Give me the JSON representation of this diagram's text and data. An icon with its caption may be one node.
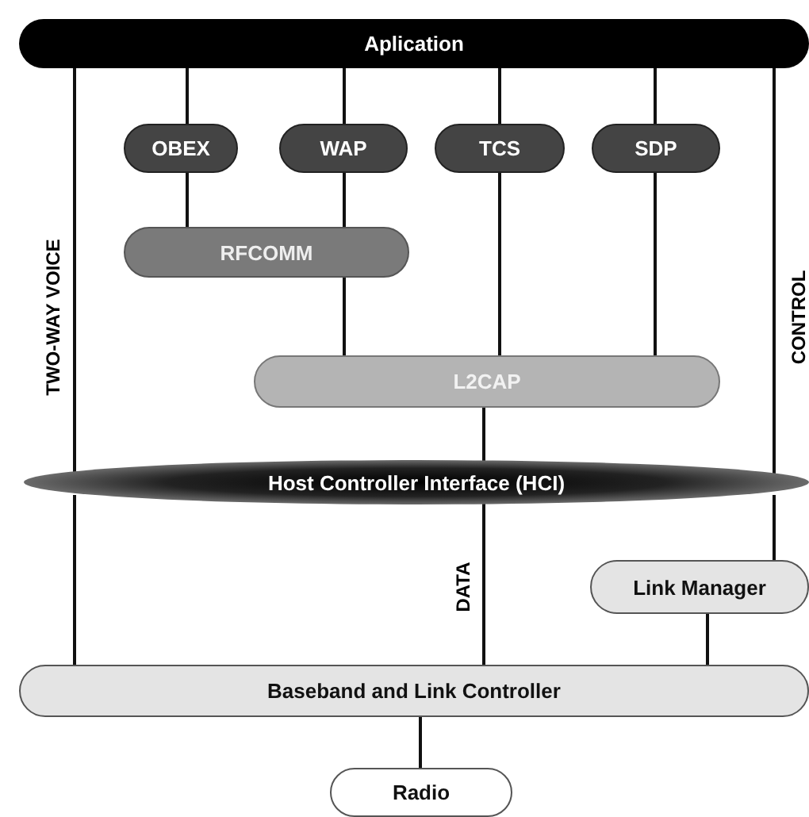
{
  "diagram": {
    "nodes": [
      {
        "text": [
          "Aplication"
        ]
      },
      {
        "text": [
          "OBEX"
        ]
      },
      {
        "text": [
          "WAP"
        ]
      },
      {
        "text": [
          "TCS"
        ]
      },
      {
        "text": [
          "SDP"
        ]
      },
      {
        "text": [
          "RFCOMM"
        ]
      },
      {
        "text": [
          "L2CAP"
        ]
      },
      {
        "text": [
          "Host Controller Interface (HCI)"
        ]
      },
      {
        "text": [
          "Link Manager"
        ]
      },
      {
        "text": [
          "Baseband and Link Controller"
        ]
      },
      {
        "text": [
          "Radio"
        ]
      }
    ],
    "edges": [
      {
        "from": 0,
        "to": 1,
        "arrow": "none"
      },
      {
        "from": 0,
        "to": 2,
        "arrow": "none"
      },
      {
        "from": 0,
        "to": 3,
        "arrow": "none"
      },
      {
        "from": 0,
        "to": 4,
        "arrow": "none"
      },
      {
        "from": 1,
        "to": 5,
        "arrow": "none"
      },
      {
        "from": 2,
        "to": 5,
        "arrow": "none"
      },
      {
        "from": 5,
        "to": 6,
        "arrow": "none"
      },
      {
        "from": 3,
        "to": 6,
        "arrow": "none"
      },
      {
        "from": 4,
        "to": 6,
        "arrow": "none"
      },
      {
        "from": 0,
        "to": 7,
        "arrow": "none",
        "label": "TWO-WAY VOICE"
      },
      {
        "from": 7,
        "to": 9,
        "arrow": "none"
      },
      {
        "from": 6,
        "to": 7,
        "arrow": "none"
      },
      {
        "from": 7,
        "to": 9,
        "arrow": "none",
        "label": "DATA"
      },
      {
        "from": 0,
        "to": 7,
        "arrow": "none",
        "label": "CONTROL"
      },
      {
        "from": 7,
        "to": 8,
        "arrow": "none"
      },
      {
        "from": 8,
        "to": 9,
        "arrow": "none"
      },
      {
        "from": 9,
        "to": 10,
        "arrow": "none"
      }
    ]
  }
}
